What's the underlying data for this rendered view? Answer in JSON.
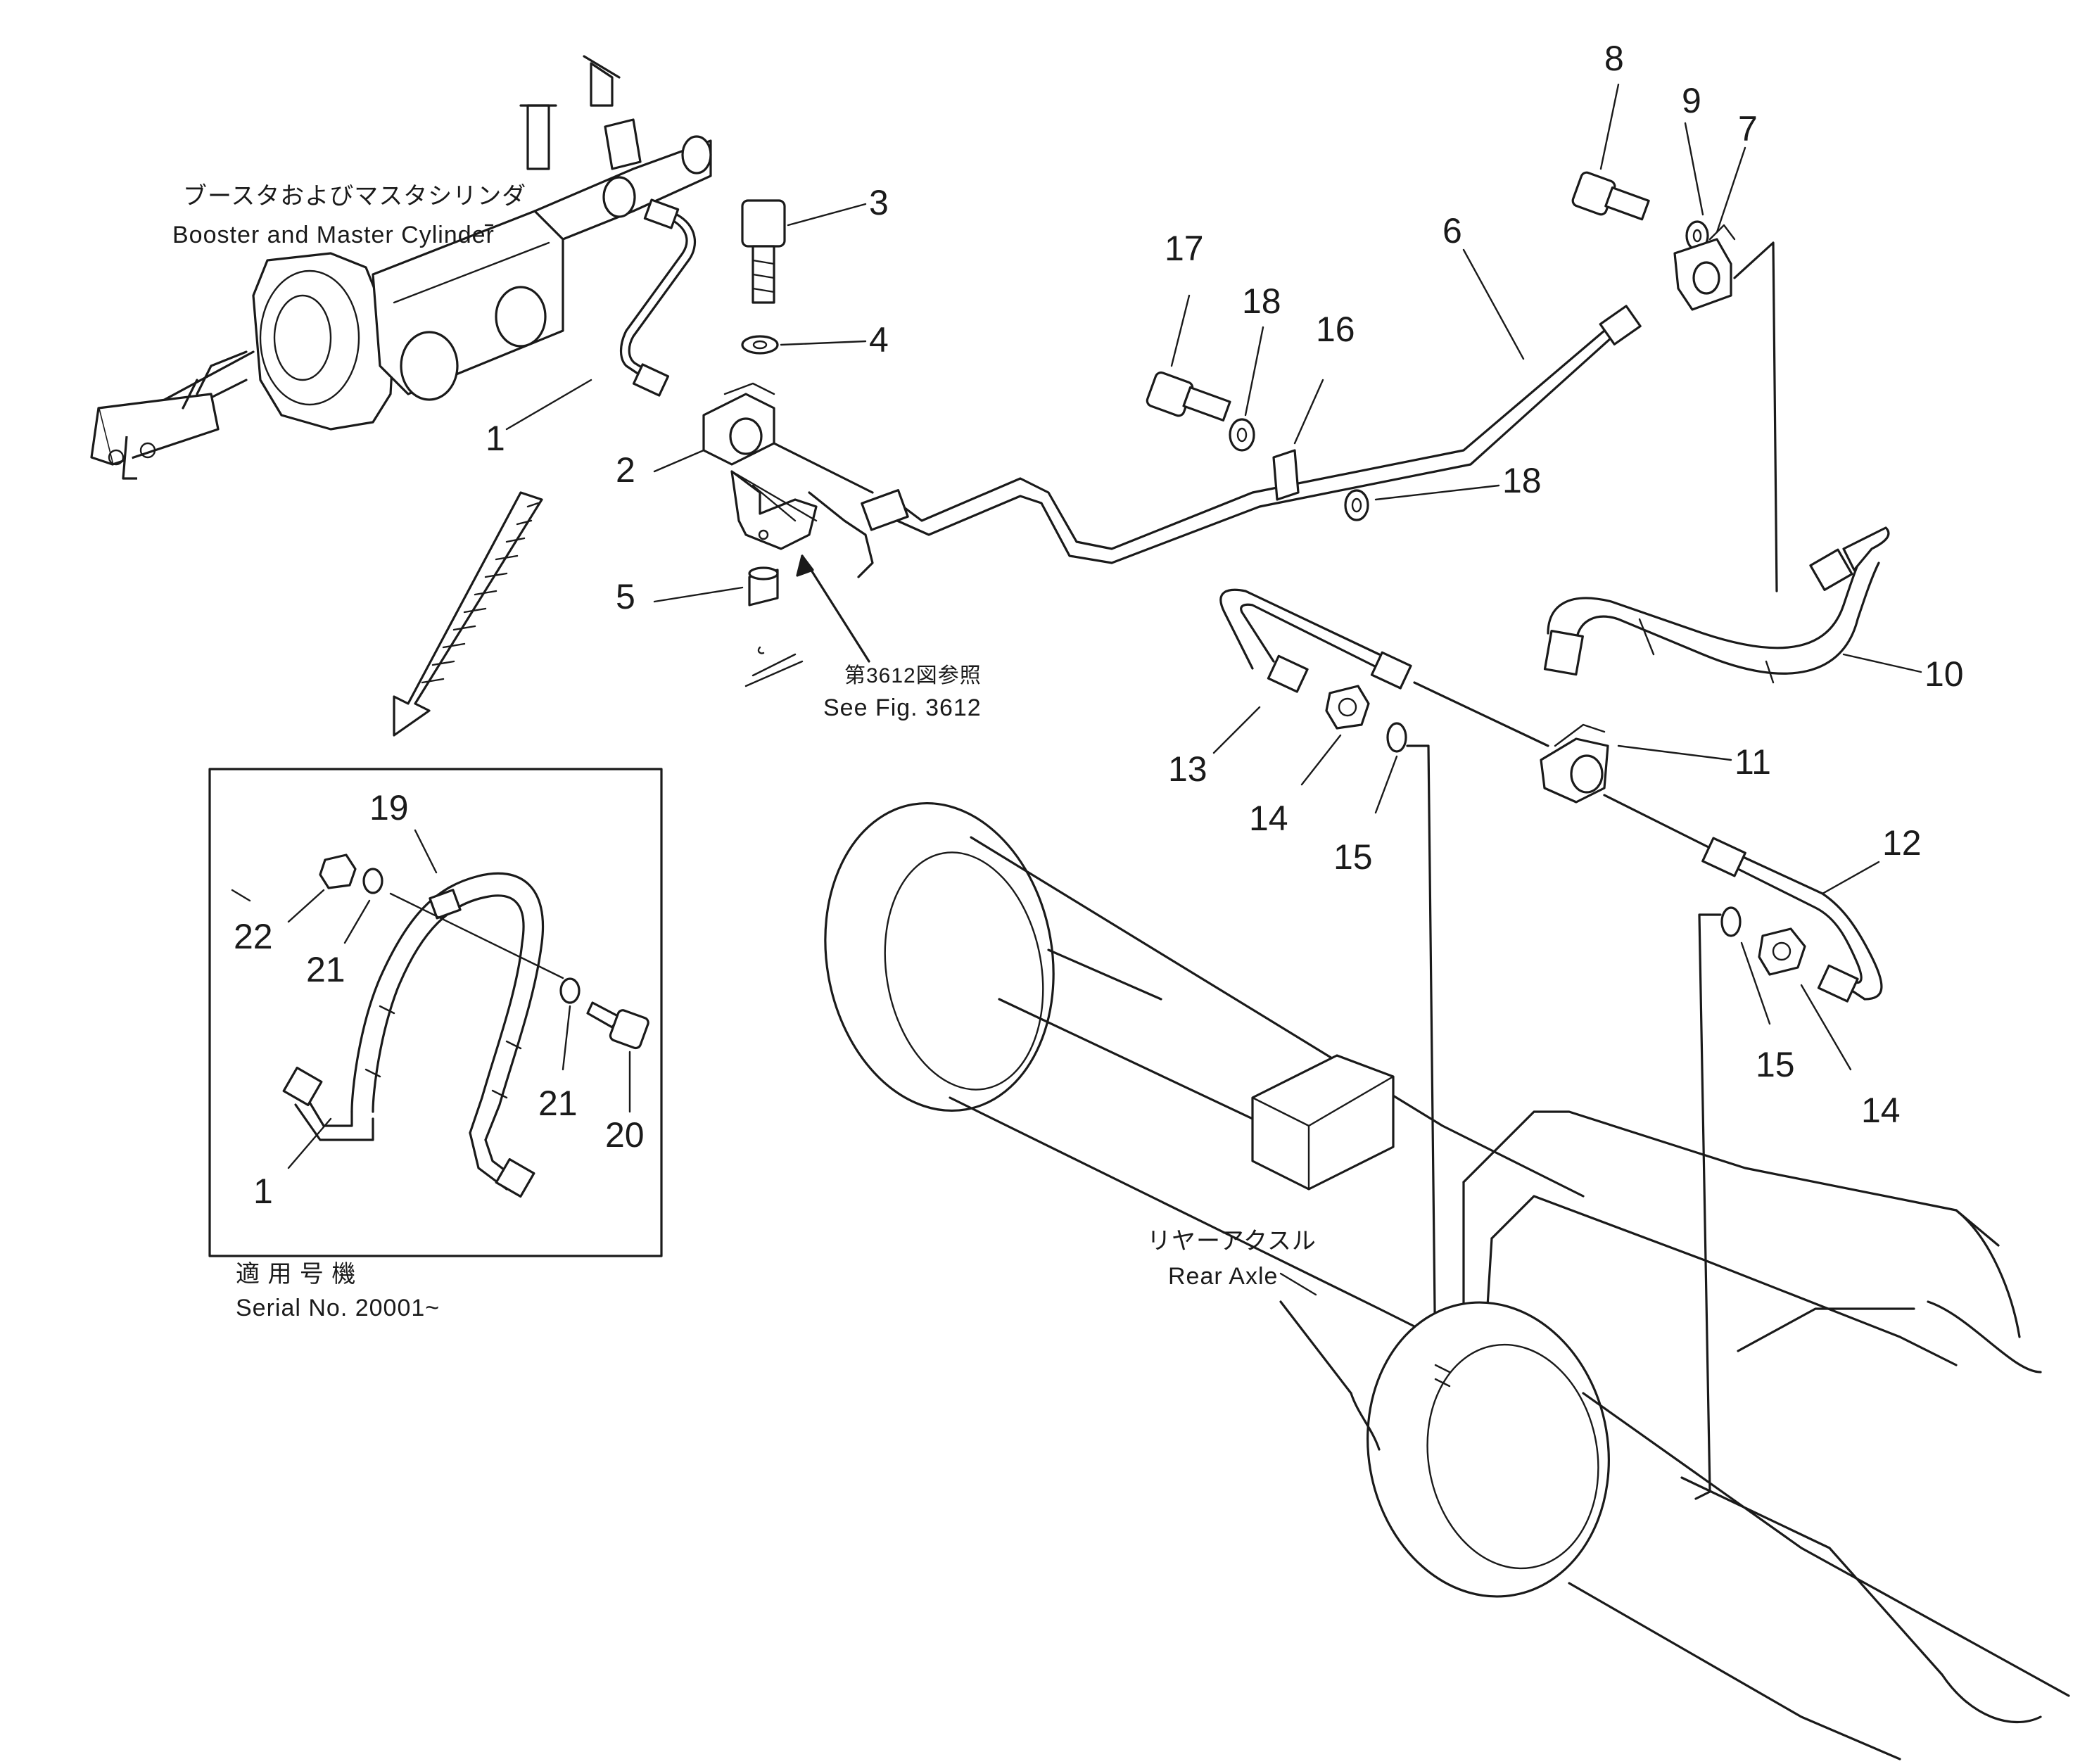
{
  "labels": {
    "booster_jp": "ブースタおよびマスタシリンダ",
    "booster_en": "Booster and Master Cylinder",
    "see_fig_jp": "第3612図参照",
    "see_fig_en": "See Fig. 3612",
    "rear_axle_jp": "リヤーアクスル",
    "rear_axle_en": "Rear Axle",
    "applicable_jp": "適 用 号 機",
    "serial_en": "Serial No. 20001~"
  },
  "callouts": {
    "c1": "1",
    "c2": "2",
    "c3": "3",
    "c4": "4",
    "c5": "5",
    "c6": "6",
    "c7": "7",
    "c8": "8",
    "c9": "9",
    "c10": "10",
    "c11": "11",
    "c12": "12",
    "c13": "13",
    "c14a": "14",
    "c15a": "15",
    "c15b": "15",
    "c14b": "14",
    "c16": "16",
    "c17": "17",
    "c18a": "18",
    "c18b": "18",
    "c19": "19",
    "c20": "20",
    "c21a": "21",
    "c21b": "21",
    "c22": "22",
    "c1b": "1"
  }
}
